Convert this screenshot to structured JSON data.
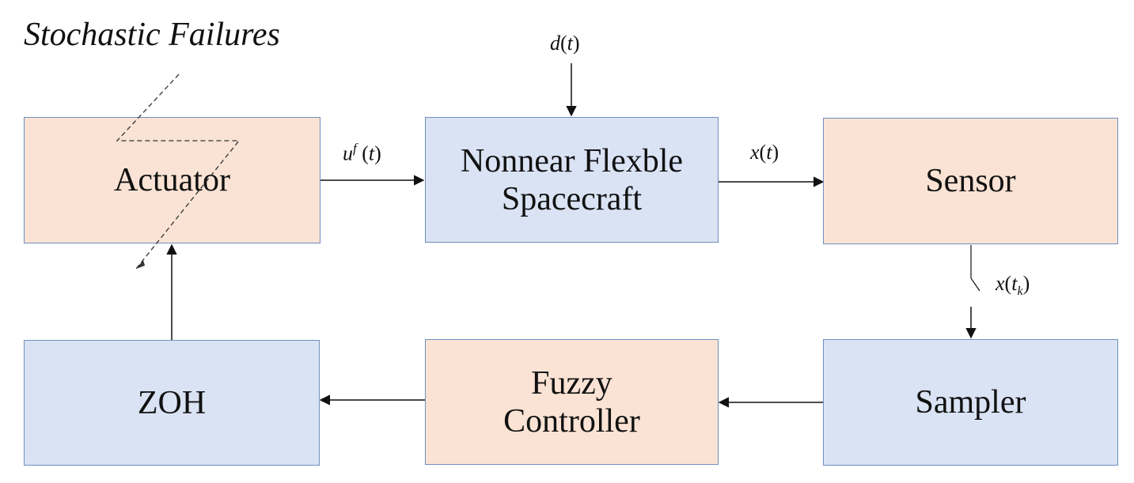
{
  "title": "Stochastic Failures",
  "blocks": {
    "actuator": "Actuator",
    "plant_line1": "Nonnear Flexble",
    "plant_line2": "Spacecraft",
    "sensor": "Sensor",
    "zoh": "ZOH",
    "controller_line1": "Fuzzy",
    "controller_line2": "Controller",
    "sampler": "Sampler"
  },
  "signals": {
    "disturbance_sym": "d",
    "disturbance_arg": "t",
    "control_sym": "u",
    "control_sup": "f",
    "control_arg": "t",
    "state_sym": "x",
    "state_arg": "t",
    "sampled_sym": "x",
    "sampled_arg": "t",
    "sampled_sub": "k"
  },
  "colors": {
    "orange_fill": "#fae3d4",
    "blue_fill": "#d9e3f4",
    "border": "#6f8fbf",
    "line": "#111111"
  }
}
